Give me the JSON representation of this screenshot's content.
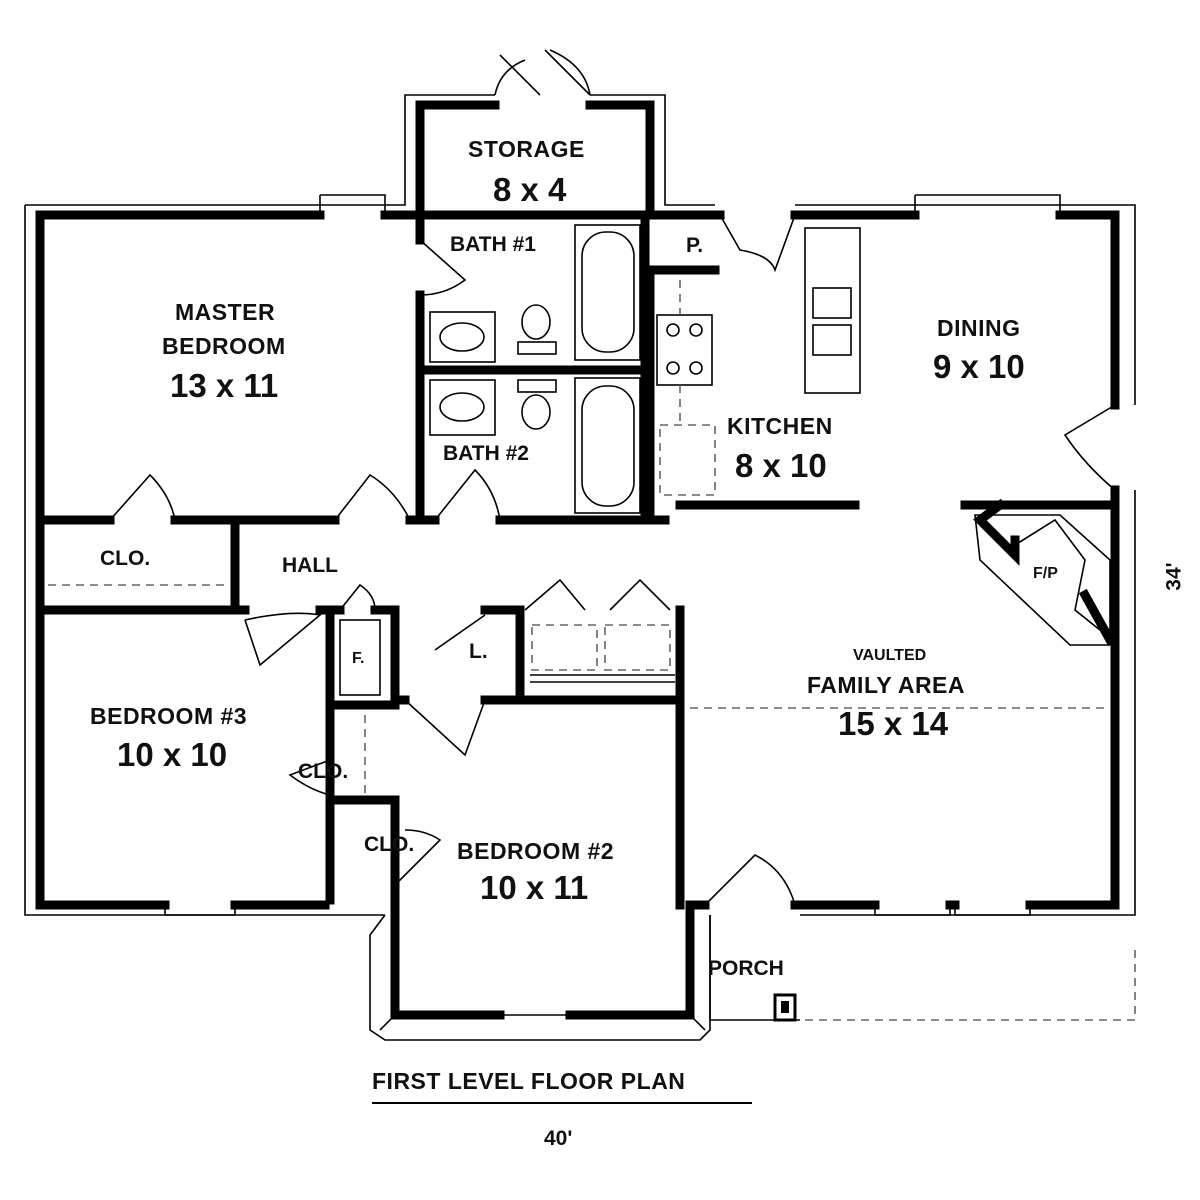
{
  "rooms": {
    "storage": {
      "name": "STORAGE",
      "size": "8 x 4"
    },
    "bath1": {
      "name": "BATH #1"
    },
    "bath2": {
      "name": "BATH #2"
    },
    "pantry": {
      "name": "P."
    },
    "master": {
      "name_line1": "MASTER",
      "name_line2": "BEDROOM",
      "size": "13 x 11"
    },
    "dining": {
      "name": "DINING",
      "size": "9 x 10"
    },
    "kitchen": {
      "name": "KITCHEN",
      "size": "8 x 10"
    },
    "master_closet": {
      "name": "CLO."
    },
    "hall": {
      "name": "HALL"
    },
    "fireplace": {
      "name": "F/P"
    },
    "family": {
      "name_line1": "VAULTED",
      "name_line2": "FAMILY AREA",
      "size": "15 x 14"
    },
    "furnace": {
      "name": "F."
    },
    "laundry": {
      "name": "L."
    },
    "bedroom3": {
      "name": "BEDROOM #3",
      "size": "10 x 10"
    },
    "bedroom3_closet": {
      "name": "CLO."
    },
    "bedroom2_closet": {
      "name": "CLO."
    },
    "bedroom2": {
      "name": "BEDROOM #2",
      "size": "10 x 11"
    },
    "porch": {
      "name": "PORCH"
    }
  },
  "dimensions": {
    "depth": "34'",
    "width": "40'"
  },
  "title": "FIRST LEVEL FLOOR PLAN"
}
